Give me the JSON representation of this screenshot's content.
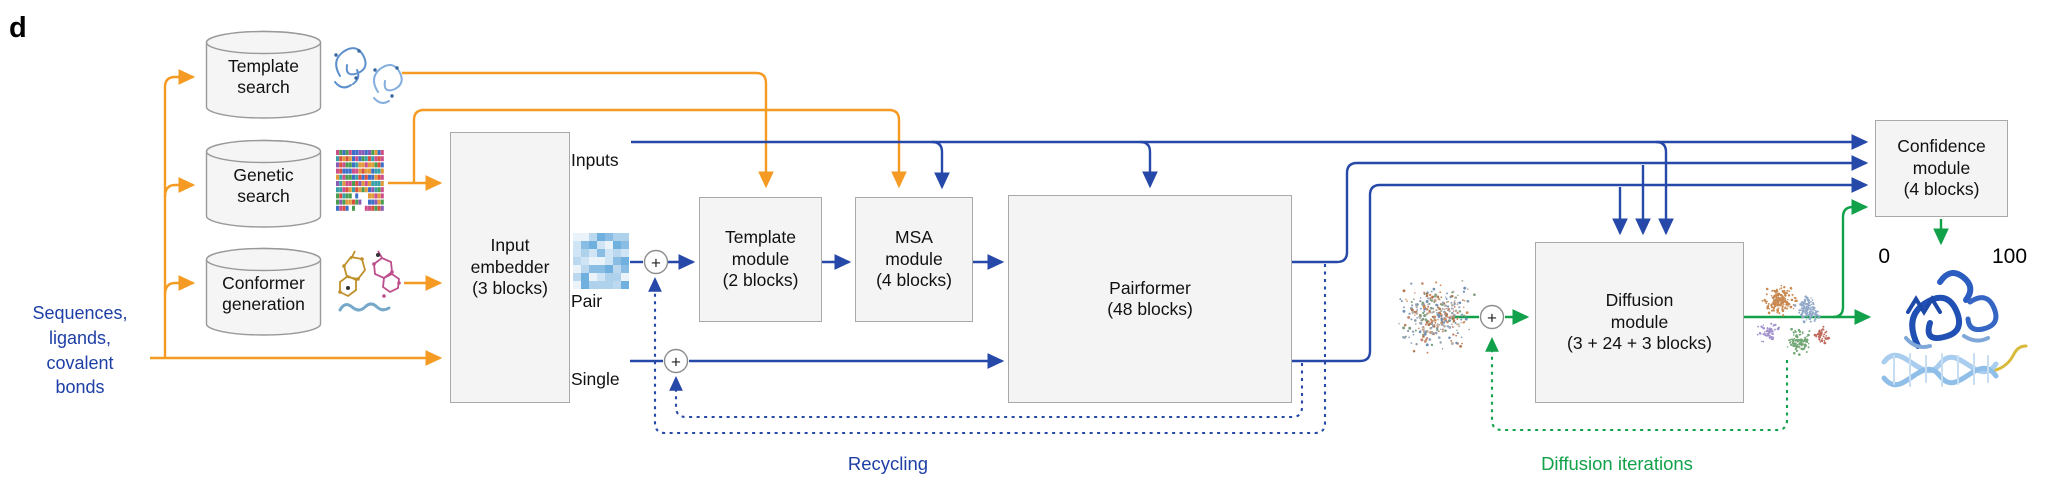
{
  "figure": {
    "panel_label": "d",
    "input_text": "Sequences,\nligands,\ncovalent\nbonds"
  },
  "sources": {
    "template_search": "Template\nsearch",
    "genetic_search": "Genetic\nsearch",
    "conformer_generation": "Conformer\ngeneration"
  },
  "representations": {
    "inputs": "Inputs",
    "pair": "Pair",
    "single": "Single"
  },
  "modules": {
    "input_embedder": "Input\nembedder\n(3 blocks)",
    "template_module": "Template\nmodule\n(2 blocks)",
    "msa_module": "MSA\nmodule\n(4 blocks)",
    "pairformer": "Pairformer\n(48 blocks)",
    "diffusion_module": "Diffusion\nmodule\n(3 + 24 + 3 blocks)",
    "confidence_module": "Confidence\nmodule\n(4 blocks)"
  },
  "loops": {
    "recycling": "Recycling",
    "diffusion_iterations": "Diffusion iterations"
  },
  "confidence_scale": {
    "min": "0",
    "max": "100"
  },
  "icons": {
    "plus": "+"
  },
  "colors": {
    "orange_flow": "#f59b23",
    "blue_flow": "#2648a8",
    "green_flow": "#12a14b",
    "blue_text": "#1d3fa6",
    "green_text": "#12a14b",
    "scale_gradient": [
      "#ef7f45",
      "#fbcf3b",
      "#7ec8f0",
      "#1b56c9"
    ]
  }
}
